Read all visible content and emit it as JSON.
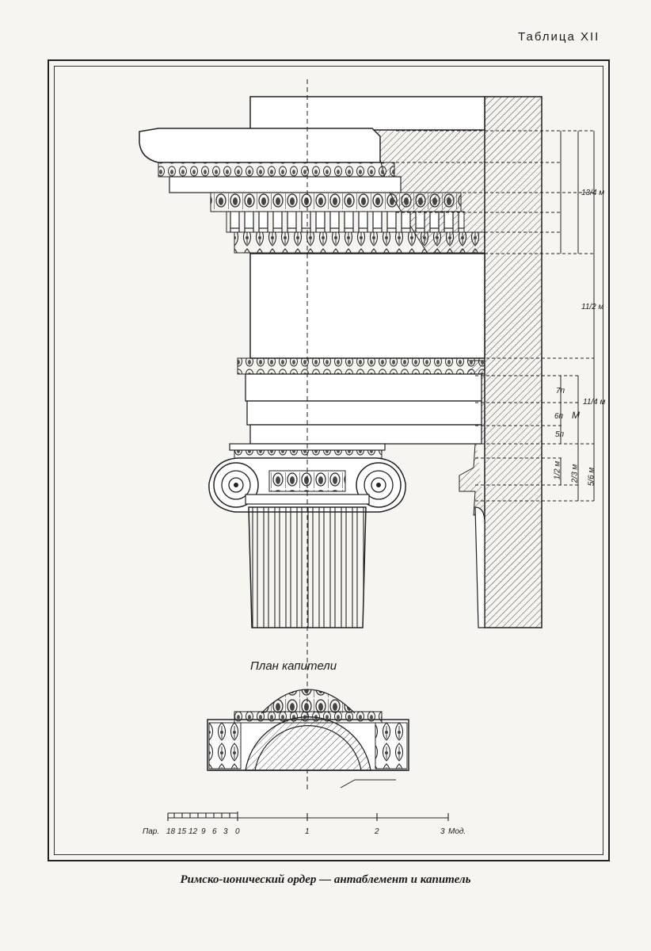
{
  "plate": {
    "number": "Таблица XII"
  },
  "drawing": {
    "plan_title": "План капители",
    "caption": "Римско-ионический ордер — антаблемент и капитель"
  },
  "dimensions": {
    "cornice": "13/4 м",
    "frieze": "11/2 м",
    "architrave": "11/4 м",
    "fascia_top": "7п",
    "fascia_mid": "6п",
    "fascia_low": "5п",
    "module": "М",
    "cap_1": "1/2 м",
    "cap_2": "2/3 м",
    "cap_3": "5/6 м"
  },
  "scale": {
    "parts_label": "Пар.",
    "parts": [
      "18",
      "15",
      "12",
      "9",
      "6",
      "3",
      "0"
    ],
    "modules": [
      "1",
      "2",
      "3"
    ],
    "unit": "Мод."
  }
}
